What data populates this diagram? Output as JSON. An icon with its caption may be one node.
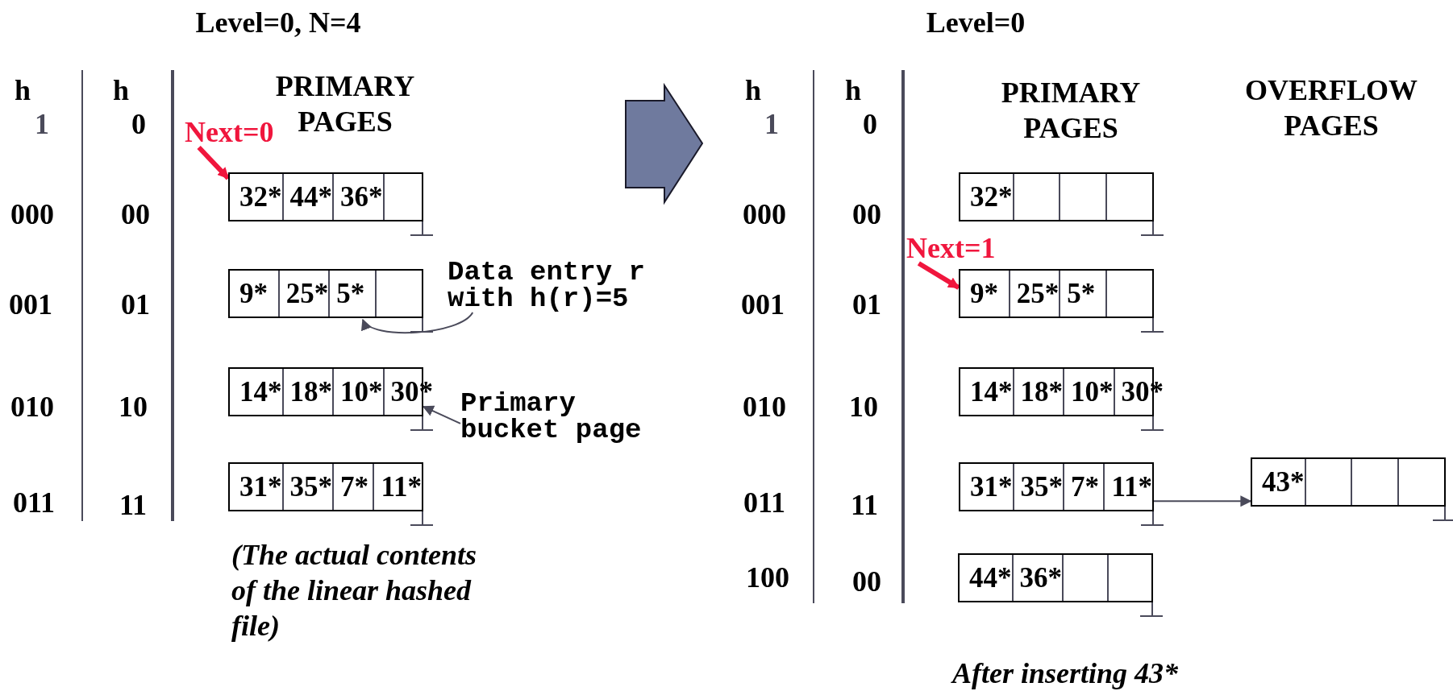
{
  "diagram": {
    "nodes": [
      {
        "text": [
          "Next=0"
        ]
      },
      {
        "text": [
          "32*",
          "44*",
          "36*"
        ]
      },
      {
        "text": [
          "9*",
          "25*",
          "5*"
        ]
      },
      {
        "text": [
          "Data entry r with h(r)=5"
        ]
      },
      {
        "text": [
          "14*",
          "18*",
          "10*",
          "30*"
        ]
      },
      {
        "text": [
          "Primary bucket page"
        ]
      },
      {
        "text": [
          "31*",
          "35*",
          "7*",
          "11*"
        ]
      },
      {
        "text": [
          "32*"
        ]
      },
      {
        "text": [
          "Next=1"
        ]
      },
      {
        "text": [
          "9*",
          "25*",
          "5*"
        ]
      },
      {
        "text": [
          "14*",
          "18*",
          "10*",
          "30*"
        ]
      },
      {
        "text": [
          "31*",
          "35*",
          "7*",
          "11*"
        ]
      },
      {
        "text": [
          "43*"
        ]
      },
      {
        "text": [
          "44*",
          "36*"
        ]
      }
    ],
    "edges": [
      {
        "from": 0,
        "to": 1,
        "arrow": "to",
        "style": "thick",
        "color": "#f0163d"
      },
      {
        "from": 3,
        "to": 2,
        "arrow": "to"
      },
      {
        "from": 5,
        "to": 4,
        "arrow": "to"
      },
      {
        "from": 8,
        "to": 9,
        "arrow": "to",
        "style": "thick",
        "color": "#f0163d"
      },
      {
        "from": 11,
        "to": 12,
        "arrow": "to"
      }
    ],
    "labels": [
      "Level=0, N=4",
      "h",
      "1",
      "h",
      "0",
      "PRIMARY PAGES",
      "000",
      "00",
      "001",
      "01",
      "010",
      "10",
      "011",
      "11",
      "(The actual contents of the linear hashed file)",
      "Level=0",
      "h",
      "1",
      "h",
      "0",
      "PRIMARY PAGES",
      "OVERFLOW PAGES",
      "000",
      "00",
      "001",
      "01",
      "010",
      "10",
      "011",
      "11",
      "100",
      "00",
      "After inserting 43*"
    ]
  }
}
